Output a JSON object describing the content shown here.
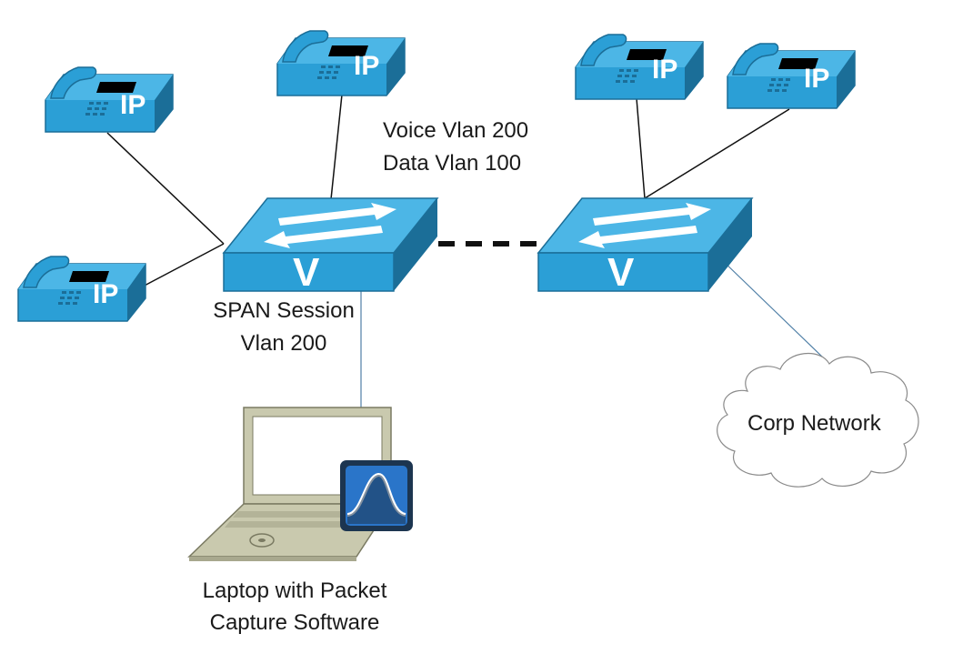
{
  "labels": {
    "vlan_line1": "Voice Vlan 200",
    "vlan_line2": "Data Vlan 100",
    "span_line1": "SPAN Session",
    "span_line2": "Vlan 200",
    "laptop_line1": "Laptop with Packet",
    "laptop_line2": "Capture Software",
    "cloud": "Corp Network"
  },
  "phone_badge": "IP",
  "switch_badge": "V",
  "icons": [
    "ip-phone-icon",
    "multilayer-switch-icon",
    "laptop-icon",
    "packet-capture-icon",
    "cloud-icon"
  ],
  "colors": {
    "device_blue": "#2b9fd6",
    "device_dark": "#1b6e98",
    "device_top": "#4cb6e6",
    "laptop_gray": "#c9c9ae",
    "capture_dark": "#1c3550",
    "capture_blue": "#2a75c9",
    "link_black": "#111111",
    "link_blue": "#4f7fa6"
  }
}
